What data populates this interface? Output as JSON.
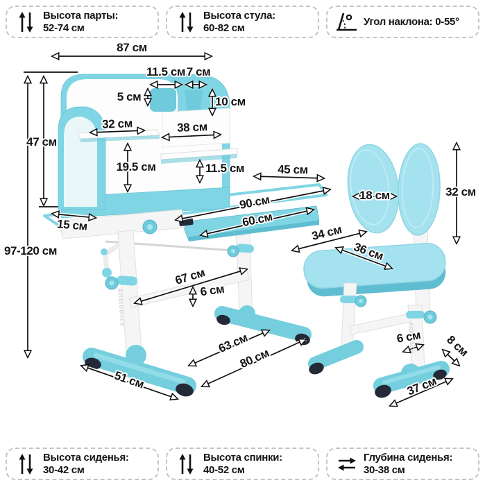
{
  "badges_top": [
    {
      "label": "Высота парты:",
      "value": "52-74 см",
      "icon": "height-range"
    },
    {
      "label": "Высота стула:",
      "value": "60-82 см",
      "icon": "height-range"
    },
    {
      "label": "Угол наклона: 0-55°",
      "value": "",
      "icon": "tilt-angle"
    }
  ],
  "badges_bottom": [
    {
      "label": "Высота сиденья:",
      "value": "30-42 см",
      "icon": "height-range"
    },
    {
      "label": "Высота спинки:",
      "value": "40-52 см",
      "icon": "height-range"
    },
    {
      "label": "Глубина сиденья:",
      "value": "30-38 см",
      "icon": "depth-range"
    }
  ],
  "brand": "Anatomica",
  "dimensions": {
    "desk_top_width": "87 см",
    "hutch_height": "47 см",
    "desk_height_range": "97-120 см",
    "organizer_width": "11.5 см",
    "cup_width": "7 см",
    "organizer_height": "5 см",
    "cup_height": "10 см",
    "left_shelf_width": "32 см",
    "right_shelf_width": "38 см",
    "shelf_spacing": "19.5 см",
    "lower_shelf_height": "11.5 см",
    "desktop_depth": "45 см",
    "desktop_width": "90 см",
    "drawer_width": "60 см",
    "side_depth": "15 см",
    "crossbar_length": "67 см",
    "crossbar_height": "6 см",
    "feet_gap": "63 см",
    "base_span": "80 см",
    "foot_length": "51 см",
    "seat_width": "34 см",
    "seat_depth": "36 см",
    "backrest_half_width": "18 см",
    "backrest_height": "32 см",
    "chair_leg_width": "6 см",
    "chair_foot_height": "8 см",
    "chair_foot_length": "37 см"
  },
  "colors": {
    "furniture_blue": "#7FD5E3",
    "chair_blue": "#A5E2EF",
    "shade_blue": "#5FBDD1",
    "knob_blue": "#6FCBDC",
    "foot_cap": "#232936",
    "text": "#141414",
    "badge_border": "#c4c4c4"
  }
}
